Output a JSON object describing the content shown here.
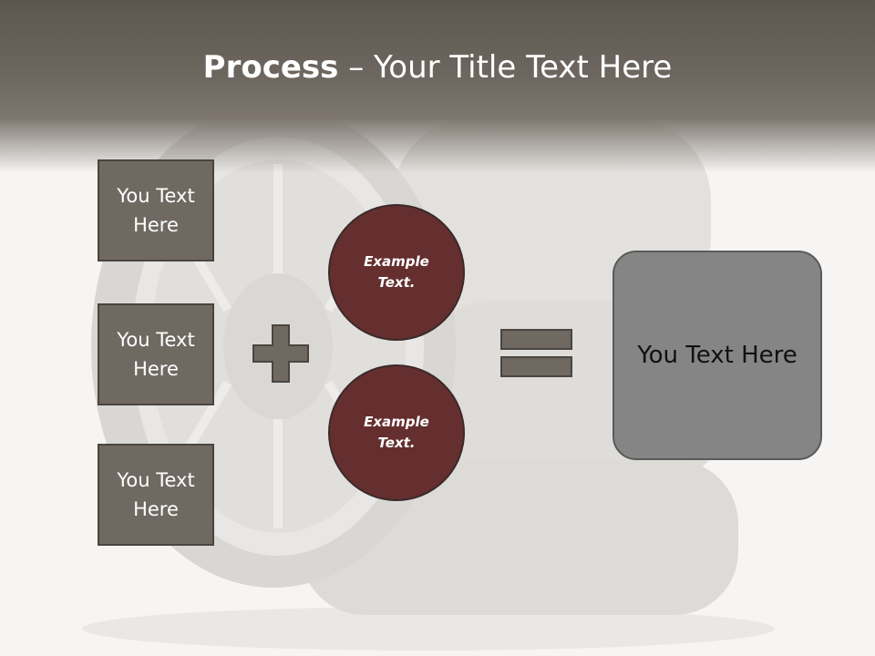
{
  "slide": {
    "title_bold": "Process",
    "title_dash": " – ",
    "title_rest": "Your Title Text Here"
  },
  "left_boxes": [
    {
      "label": "You Text Here"
    },
    {
      "label": "You Text Here"
    },
    {
      "label": "You Text Here"
    }
  ],
  "circles": [
    {
      "label": "Example Text."
    },
    {
      "label": "Example Text."
    }
  ],
  "result_box": {
    "label": "You Text Here"
  },
  "colors": {
    "header": "#6e6760",
    "box_fill": "#6f6962",
    "circle_fill": "#652f2f",
    "result_fill": "#858585",
    "operator_fill": "#6f6962"
  },
  "icons": [
    "plus-icon",
    "equals-icon"
  ]
}
